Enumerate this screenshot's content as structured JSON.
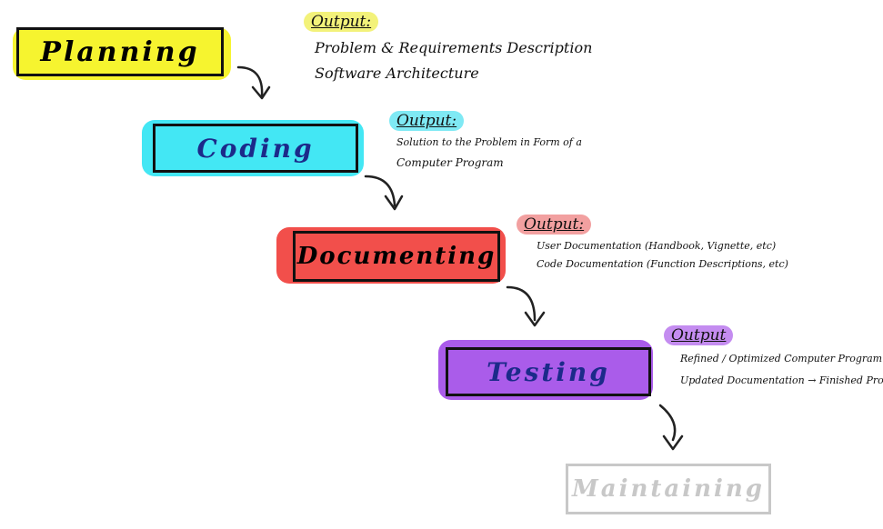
{
  "stages": [
    {
      "label": "Planning",
      "fill": "#f5f20a",
      "text_color": "#111111",
      "output_title": "Output:",
      "output_hl": "#f3f27a",
      "outputs": [
        "Problem & Requirements Description",
        "Software Architecture"
      ]
    },
    {
      "label": "Coding",
      "fill": "#22e3f2",
      "text_color": "#1c2a8a",
      "output_title": "Output:",
      "output_hl": "#7fe9f4",
      "outputs": [
        "Solution to the Problem in Form of a",
        "Computer Program"
      ]
    },
    {
      "label": "Documenting",
      "fill": "#f0302c",
      "text_color": "#111111",
      "output_title": "Output:",
      "output_hl": "#f2a0a0",
      "outputs": [
        "User Documentation (Handbook, Vignette, etc)",
        "Code Documentation (Function Descriptions, etc)"
      ]
    },
    {
      "label": "Testing",
      "fill": "#9b3fe6",
      "text_color": "#1c2a8a",
      "output_title": "Output",
      "output_hl": "#c48cf0",
      "outputs": [
        "Refined / Optimized Computer Program",
        "Updated Documentation → Finished Product"
      ]
    },
    {
      "label": "Maintaining",
      "fill": "#ffffff",
      "text_color": "#c8c8c8",
      "border_color": "#c8c8c8"
    }
  ]
}
